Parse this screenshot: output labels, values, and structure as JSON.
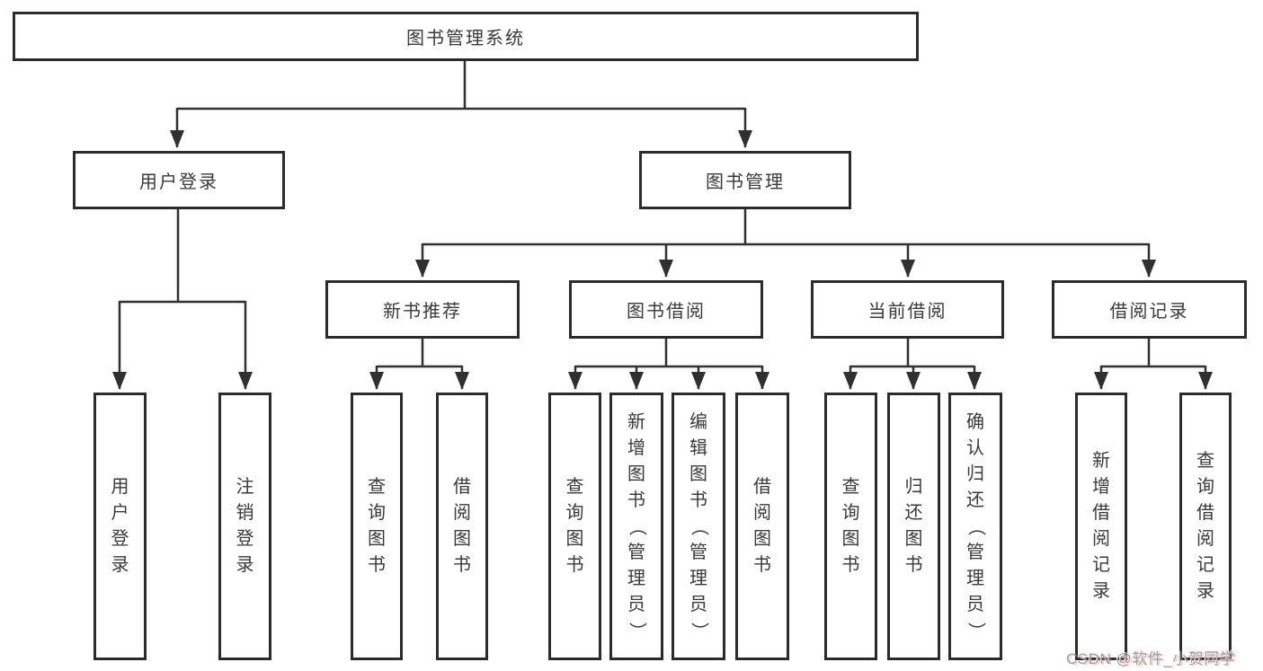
{
  "colors": {
    "line": "#303030",
    "box_border": "#2b2b2b",
    "label_text": "#3a3a3a",
    "watermark_gray": "#9f9f9f",
    "watermark_red_fringe": "#ee7878",
    "background": "#ffffff"
  },
  "root": {
    "label": "图书管理系统"
  },
  "level2": [
    {
      "label": "用户登录"
    },
    {
      "label": "图书管理"
    }
  ],
  "level3": [
    {
      "label": "新书推荐"
    },
    {
      "label": "图书借阅"
    },
    {
      "label": "当前借阅"
    },
    {
      "label": "借阅记录"
    }
  ],
  "leaves": {
    "user_login": [
      "用户登录",
      "注销登录"
    ],
    "new_book": [
      "查询图书",
      "借阅图书"
    ],
    "borrowing": [
      "查询图书",
      "新增图书（管理员）",
      "编辑图书（管理员）",
      "借阅图书"
    ],
    "current": [
      "查询图书",
      "归还图书",
      "确认归还（管理员）"
    ],
    "records": [
      "新增借阅记录",
      "查询借阅记录"
    ]
  },
  "watermark": {
    "text": "CSDN @软件_小贺同学"
  }
}
